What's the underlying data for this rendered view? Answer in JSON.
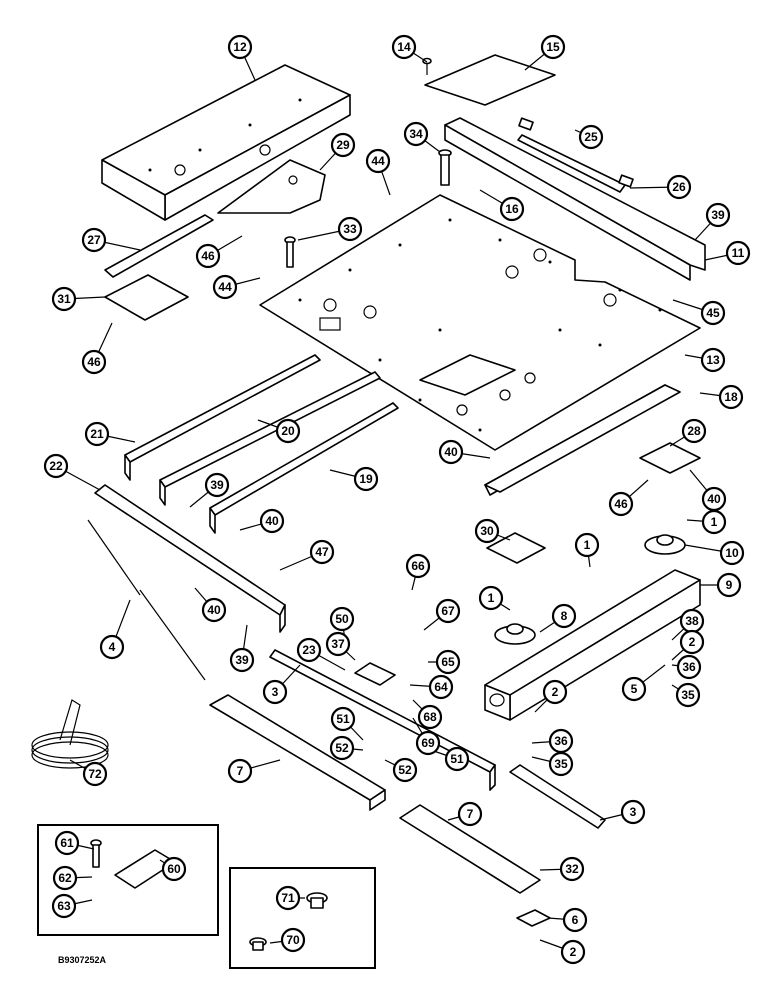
{
  "reference_code": "B9307252A",
  "callouts": [
    "12",
    "14",
    "15",
    "34",
    "25",
    "26",
    "29",
    "44",
    "16",
    "39",
    "11",
    "27",
    "33",
    "46",
    "44",
    "45",
    "31",
    "46",
    "13",
    "18",
    "21",
    "20",
    "22",
    "40",
    "28",
    "39",
    "19",
    "46",
    "40",
    "40",
    "30",
    "1",
    "1",
    "47",
    "10",
    "66",
    "1",
    "9",
    "8",
    "4",
    "40",
    "50",
    "67",
    "39",
    "37",
    "65",
    "38",
    "2",
    "23",
    "64",
    "5",
    "36",
    "35",
    "3",
    "68",
    "2",
    "69",
    "51",
    "36",
    "52",
    "51",
    "35",
    "72",
    "52",
    "7",
    "7",
    "3",
    "61",
    "32",
    "60",
    "62",
    "71",
    "63",
    "6",
    "70",
    "2"
  ]
}
